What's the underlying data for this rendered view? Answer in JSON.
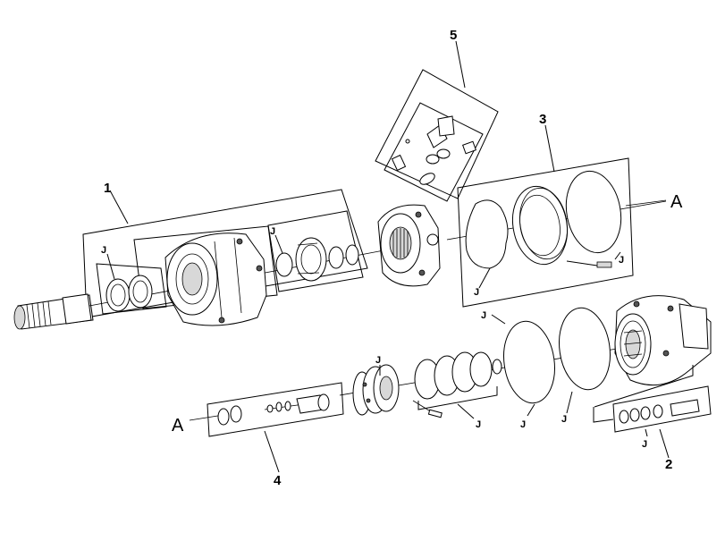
{
  "callouts": {
    "c1": "1",
    "c2": "2",
    "c3": "3",
    "c4": "4",
    "c5": "5",
    "a_right": "A",
    "a_left": "A",
    "j": "J"
  }
}
